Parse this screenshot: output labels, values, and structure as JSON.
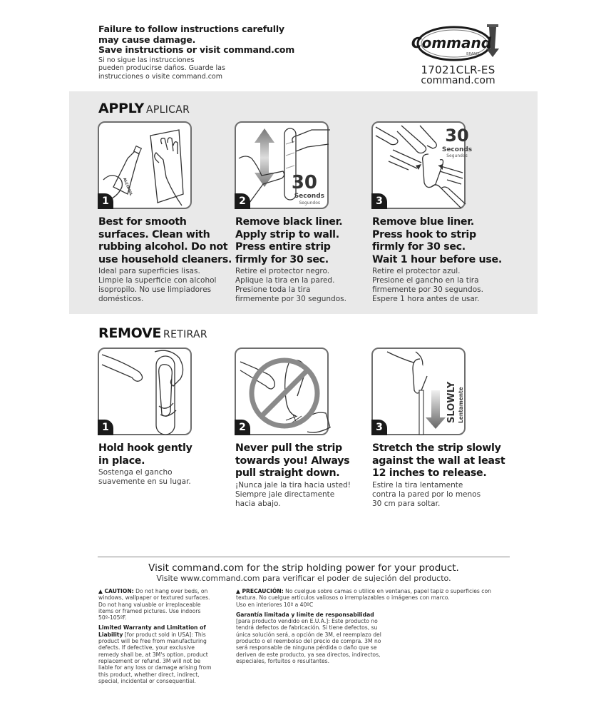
{
  "header": {
    "warning_en": [
      "Failure to follow instructions carefully",
      "may cause damage.",
      "Save instructions or visit command.com"
    ],
    "warning_es": [
      "Si no sigue las instrucciones",
      "pueden producirse daños. Guarde las",
      "instrucciones o visite command.com"
    ]
  },
  "brand": {
    "logo_text": "Command",
    "logo_sub": "BRAND",
    "sku": "17021CLR-ES",
    "website": "command.com"
  },
  "apply": {
    "title": "APPLY",
    "title_es": "APLICAR",
    "steps": [
      {
        "num": "1",
        "illustration": "clean-surface-with-alcohol",
        "bottle_label": "ALCOHOL",
        "en": [
          "Best for smooth",
          "surfaces. Clean with",
          "rubbing alcohol. Do not",
          "use household cleaners."
        ],
        "es": [
          "Ideal para superficies lisas.",
          "Limpie la superficie con alcohol",
          "isopropilo. No use limpiadores",
          "domésticos."
        ]
      },
      {
        "num": "2",
        "illustration": "apply-strip-to-wall",
        "timer_value": "30",
        "timer_unit": "Seconds",
        "timer_unit_es": "Segundos",
        "en": [
          "Remove black liner.",
          "Apply strip to wall.",
          "Press entire strip",
          "firmly for 30 sec."
        ],
        "es": [
          "Retire el protector negro.",
          "Aplique la tira en la pared.",
          "Presione toda la tira",
          "firmemente por 30 segundos."
        ]
      },
      {
        "num": "3",
        "illustration": "press-hook-to-strip",
        "timer_value": "30",
        "timer_unit": "Seconds",
        "timer_unit_es": "Segundos",
        "en": [
          "Remove blue liner.",
          "Press hook to strip",
          "firmly for 30 sec.",
          "Wait 1 hour before use."
        ],
        "es": [
          "Retire el protector azul.",
          "Presione el gancho en la tira",
          "firmemente por 30 segundos.",
          "Espere 1 hora antes de usar."
        ]
      }
    ]
  },
  "remove": {
    "title": "REMOVE",
    "title_es": "RETIRAR",
    "steps": [
      {
        "num": "1",
        "illustration": "hold-hook",
        "en": [
          "Hold hook gently",
          "in place."
        ],
        "es": [
          "Sostenga el gancho",
          "suavemente en su lugar."
        ]
      },
      {
        "num": "2",
        "illustration": "do-not-pull-toward-you",
        "en": [
          "Never pull the strip",
          "towards you! Always",
          "pull straight down."
        ],
        "es": [
          "¡Nunca jale la tira hacia usted!",
          "Siempre jale directamente",
          "hacia abajo."
        ]
      },
      {
        "num": "3",
        "illustration": "stretch-slowly",
        "arrow_label": "SLOWLY",
        "arrow_label_es": "Lentamente",
        "en": [
          "Stretch the strip slowly",
          "against the wall at least",
          "12 inches to release."
        ],
        "es": [
          "Estire la tira lentamente",
          "contra la pared por lo menos",
          "30 cm para soltar."
        ]
      }
    ]
  },
  "footer": {
    "visit_en": "Visit command.com for the strip holding power for your product.",
    "visit_es": "Visite www.command.com para verificar el poder de sujeción del producto.",
    "caution_label": "▲ CAUTION:",
    "caution_text": "Do not hang over beds, on windows, wallpaper or textured surfaces. Do not hang valuable or irreplaceable items or framed pictures. Use indoors 50º-105ºF.",
    "warranty_label": "Limited Warranty and Limitation of Liability",
    "warranty_text": "[for product sold in USA]: This product will be free from manufacturing defects. If defective, your exclusive remedy shall be, at 3M's option, product replacement or refund. 3M will not be liable for any loss or damage arising from this product, whether direct, indirect, special, incidental or consequential.",
    "precaucion_label": "▲ PRECAUCIÓN:",
    "precaucion_text": "No cuelgue sobre camas o utilice en ventanas, papel tapiz o superficies con textura. No cuelgue artículos valiosos o irremplazables o imágenes con marco.",
    "precaucion_temp": "Uso en interiores 10º a 40ºC",
    "garantia_label": "Garantía limitada y límite de responsabilidad",
    "garantia_text": "[para producto vendido en E.U.A.]: Este producto no tendrá defectos de fabricación. Si tiene defectos, su única solución será, a opción de 3M, el reemplazo del producto o el reembolso del precio de compra. 3M no será responsable de ninguna pérdida o daño que se deriven de este producto, ya sea directos, indirectos, especiales, fortuitos o resultantes."
  },
  "colors": {
    "band_gray": "#e9e9e9",
    "panel_border": "#6e6e6e",
    "text_dark": "#151515",
    "badge_black": "#1a1a1a"
  }
}
